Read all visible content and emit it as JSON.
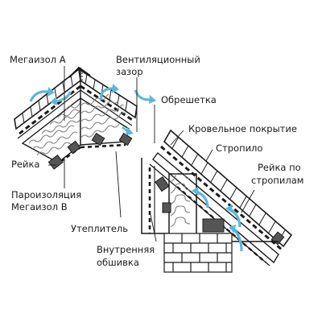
{
  "labels": {
    "megaizol_a": "Мегаизол А",
    "vent_gap_1": "Вентиляционный",
    "vent_gap_2": "зазор",
    "obreshetka": "Обрешетка",
    "roof_covering": "Кровельное покрытие",
    "rafter": "Стропило",
    "lath_on_rafter_1": "Рейка по",
    "lath_on_rafter_2": "стропилам",
    "reyka": "Рейка",
    "vapor_barrier_1": "Пароизоляция",
    "vapor_barrier_2": "Мегаизол В",
    "insulation": "Утеплитель",
    "inner_lining_1": "Внутренняя",
    "inner_lining_2": "обшивка"
  },
  "colors": {
    "line": "#1a1a1a",
    "airflow_arrow": "#5db6dd",
    "insulation_wave": "#808080",
    "dark_block": "#555555",
    "background": "#ffffff"
  }
}
